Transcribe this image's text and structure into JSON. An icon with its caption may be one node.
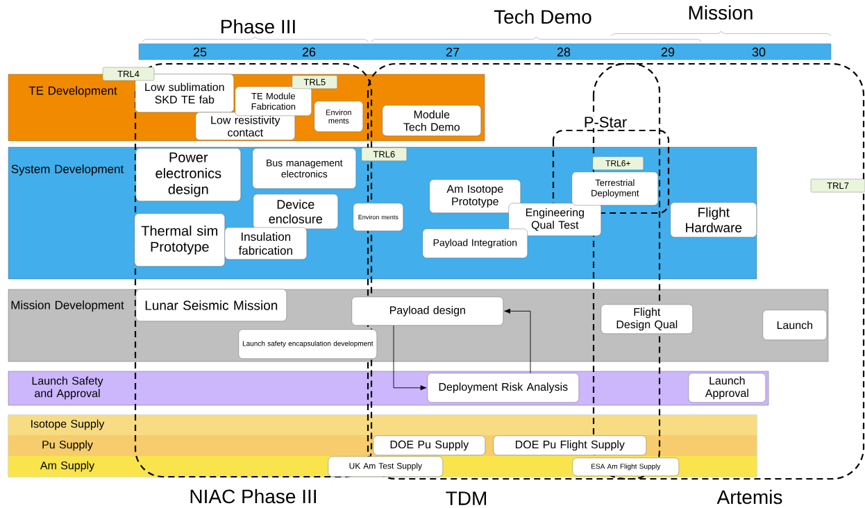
{
  "diagram": {
    "nodes": [
      {
        "text": [
          "TE Development"
        ]
      },
      {
        "text": [
          "TRL5"
        ],
        "in": 0
      },
      {
        "text": [
          "Low sublimation SKD TE fab"
        ],
        "in": 0
      },
      {
        "text": [
          "TE Module Fabrication"
        ],
        "in": 0
      },
      {
        "text": [
          "Low resistivity contact"
        ],
        "in": 0
      },
      {
        "text": [
          "Environ ments"
        ],
        "in": 0
      },
      {
        "text": [
          "Module Tech Demo"
        ],
        "in": 0
      },
      {
        "text": [
          "System Development"
        ]
      },
      {
        "text": [
          "TRL6"
        ],
        "in": 7
      },
      {
        "text": [
          "Power electronics design"
        ],
        "in": 7
      },
      {
        "text": [
          "Bus management electronics"
        ],
        "in": 7
      },
      {
        "text": [
          "Device enclosure"
        ],
        "in": 7
      },
      {
        "text": [
          "Environ ments"
        ],
        "in": 7
      },
      {
        "text": [
          "Thermal sim Prototype"
        ],
        "in": 7
      },
      {
        "text": [
          "Insulation fabrication"
        ],
        "in": 7
      },
      {
        "text": [
          "Am Isotope Prototype"
        ],
        "in": 7
      },
      {
        "text": [
          "Engineering Qual Test"
        ],
        "in": 7
      },
      {
        "text": [
          "Payload Integration"
        ],
        "in": 7
      },
      {
        "text": [
          "TRL6+"
        ],
        "in": 7
      },
      {
        "text": [
          "Terrestrial Deployment"
        ],
        "in": 7
      },
      {
        "text": [
          "Flight Hardware"
        ],
        "in": 7
      },
      {
        "text": [
          "Mission Development"
        ]
      },
      {
        "text": [
          "Lunar Seismic Mission"
        ],
        "in": 21
      },
      {
        "text": [
          "Payload design"
        ],
        "in": 21
      },
      {
        "text": [
          "Launch safety encapsulation development"
        ],
        "in": 21
      },
      {
        "text": [
          "Flight Design Qual"
        ],
        "in": 21
      },
      {
        "text": [
          "Launch"
        ],
        "in": 21
      },
      {
        "text": [
          "Launch Safety and Approval"
        ]
      },
      {
        "text": [
          "Deployment Risk Analysis"
        ],
        "in": 27
      },
      {
        "text": [
          "Launch Approval"
        ],
        "in": 27
      },
      {
        "text": [
          "Isotope Supply"
        ]
      },
      {
        "text": [
          "Pu Supply"
        ]
      },
      {
        "text": [
          "DOE Pu Supply"
        ],
        "in": 31
      },
      {
        "text": [
          "DOE Pu Flight Supply"
        ],
        "in": 31
      },
      {
        "text": [
          "Am Supply"
        ]
      },
      {
        "text": [
          "UK Am Test Supply"
        ],
        "in": 34
      },
      {
        "text": [
          "ESA Am Flight Supply"
        ],
        "in": 34
      },
      {
        "text": [
          "TRL4"
        ]
      },
      {
        "text": [
          "TRL7"
        ]
      }
    ],
    "edges": [
      {
        "from": 23,
        "to": 28,
        "arrow": "to"
      },
      {
        "from": 28,
        "to": 23,
        "arrow": "to"
      }
    ],
    "labels": [
      "Phase III",
      "Tech Demo",
      "Mission",
      "25",
      "26",
      "27",
      "28",
      "29",
      "30",
      "P-Star",
      "NIAC Phase III",
      "TDM",
      "Artemis"
    ]
  }
}
